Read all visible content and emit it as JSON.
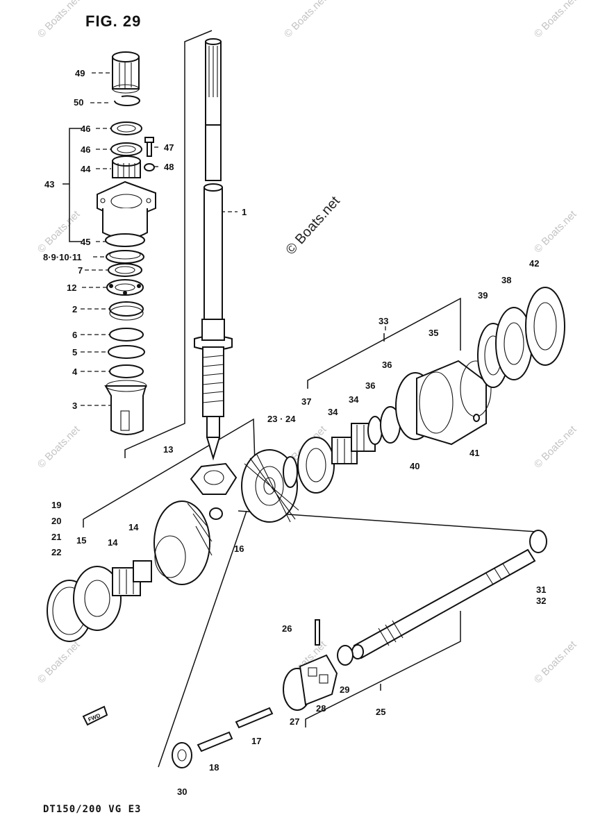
{
  "figure_title": "FIG. 29",
  "model_code": "DT150/200 VG E3",
  "watermark_text": "© Boats.net",
  "center_watermark_text": "© Boats.net",
  "part_labels": {
    "p1": "1",
    "p2": "2",
    "p3": "3",
    "p4": "4",
    "p5": "5",
    "p6": "6",
    "p7": "7",
    "p8_11": "8·9·10·11",
    "p12": "12",
    "p13": "13",
    "p14a": "14",
    "p14b": "14",
    "p15": "15",
    "p16": "16",
    "p17": "17",
    "p18": "18",
    "p19_22": [
      "19",
      "20",
      "21",
      "22"
    ],
    "p23_24": "23 · 24",
    "p25": "25",
    "p26": "26",
    "p27": "27",
    "p28": "28",
    "p29": "29",
    "p30": "30",
    "p31_32": [
      "31",
      "32"
    ],
    "p33": "33",
    "p34a": "34",
    "p34b": "34",
    "p35": "35",
    "p36a": "36",
    "p36b": "36",
    "p37": "37",
    "p38": "38",
    "p39": "39",
    "p40": "40",
    "p41": "41",
    "p42": "42",
    "p43": "43",
    "p44": "44",
    "p45": "45",
    "p46a": "46",
    "p46b": "46",
    "p47": "47",
    "p48": "48",
    "p49": "49",
    "p50": "50"
  },
  "fwd_icon": "FWD",
  "colors": {
    "ink": "#111111",
    "watermark": "#c4c4c4",
    "paper": "#ffffff"
  }
}
